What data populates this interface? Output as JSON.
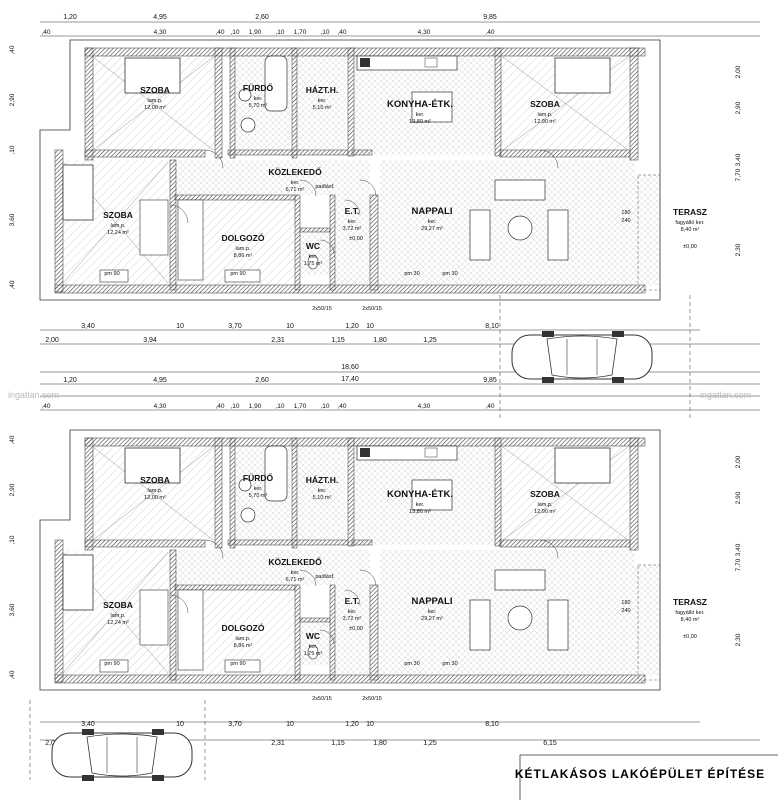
{
  "project_title": "KÉTLAKÁSOS LAKÓÉPÜLET ÉPÍTÉSE",
  "watermarks": [
    "ingatlan.com",
    "ingatlan.com"
  ],
  "overall_dims": {
    "total_width": "18,60",
    "inner_width": "17,40"
  },
  "top_dims": [
    "1,20",
    "4,95",
    "2,60",
    "9,85"
  ],
  "top_subdims": [
    ",40",
    "4,30",
    ",40",
    ",10",
    "1,90",
    ",10",
    "1,70",
    ",10",
    ",40",
    "4,30",
    ",40"
  ],
  "side_dims_right": [
    "2,00",
    "2,90",
    "3,40",
    "7,70",
    "2,30"
  ],
  "side_dims_left": [
    ",40",
    "2,90",
    ",10",
    "3,60",
    ",40"
  ],
  "bottom_dims_a": [
    "3,40",
    "10",
    "3,70",
    "10",
    "1,20",
    "10",
    "8,10"
  ],
  "bottom_dims_b": [
    "2,00",
    "3,94",
    "2,31",
    "1,15",
    "1,80",
    "1,25",
    "6,15"
  ],
  "units": [
    {
      "rooms": [
        {
          "key": "szoba1",
          "name": "SZOBA",
          "sub": "lam.p.",
          "area": "12,00 m²"
        },
        {
          "key": "furdo",
          "name": "FÜRDŐ",
          "sub": "ker.",
          "area": "5,70 m²"
        },
        {
          "key": "haztb",
          "name": "HÁZT.H.",
          "sub": "ker.",
          "area": "5,10 m²"
        },
        {
          "key": "konyha",
          "name": "KONYHA-ÉTK.",
          "sub": "ker.",
          "area": "13,80 m²"
        },
        {
          "key": "szoba2",
          "name": "SZOBA",
          "sub": "lam.p.",
          "area": "12,90 m²"
        },
        {
          "key": "kozlekedo",
          "name": "KÖZLEKEDŐ",
          "sub": "ker.",
          "area": "6,71 m²"
        },
        {
          "key": "szoba3",
          "name": "SZOBA",
          "sub": "lam.p.",
          "area": "12,24 m²"
        },
        {
          "key": "dolgozo",
          "name": "DOLGOZÓ",
          "sub": "lam.p.",
          "area": "8,86 m²"
        },
        {
          "key": "et",
          "name": "E.T.",
          "sub": "ker.",
          "area": "3,72 m²"
        },
        {
          "key": "wc",
          "name": "WC",
          "sub": "ker.",
          "area": "1,75 m²"
        },
        {
          "key": "nappali",
          "name": "NAPPALI",
          "sub": "ker.",
          "area": "29,27 m²"
        },
        {
          "key": "terasz",
          "name": "TERASZ",
          "sub": "fagyálló ker.",
          "area": "8,40 m²"
        }
      ],
      "level": "±0,00",
      "notes": [
        "padlásf.",
        "pm 90",
        "pm 30",
        "2x50/15",
        "180",
        "240"
      ]
    },
    {
      "rooms": [
        {
          "key": "szoba1",
          "name": "SZOBA",
          "sub": "lam.p.",
          "area": "12,00 m²"
        },
        {
          "key": "furdo",
          "name": "FÜRDŐ",
          "sub": "ker.",
          "area": "5,70 m²"
        },
        {
          "key": "haztb",
          "name": "HÁZT.H.",
          "sub": "ker.",
          "area": "5,10 m²"
        },
        {
          "key": "konyha",
          "name": "KONYHA-ÉTK.",
          "sub": "ker.",
          "area": "13,80 m²"
        },
        {
          "key": "szoba2",
          "name": "SZOBA",
          "sub": "lam.p.",
          "area": "12,90 m²"
        },
        {
          "key": "kozlekedo",
          "name": "KÖZLEKEDŐ",
          "sub": "ker.",
          "area": "6,71 m²"
        },
        {
          "key": "szoba3",
          "name": "SZOBA",
          "sub": "lam.p.",
          "area": "12,24 m²"
        },
        {
          "key": "dolgozo",
          "name": "DOLGOZÓ",
          "sub": "lam.p.",
          "area": "8,86 m²"
        },
        {
          "key": "et",
          "name": "E.T.",
          "sub": "ker.",
          "area": "3,72 m²"
        },
        {
          "key": "wc",
          "name": "WC",
          "sub": "ker.",
          "area": "1,75 m²"
        },
        {
          "key": "nappali",
          "name": "NAPPALI",
          "sub": "ker.",
          "area": "29,27 m²"
        },
        {
          "key": "terasz",
          "name": "TERASZ",
          "sub": "fagyálló ker.",
          "area": "8,40 m²"
        }
      ],
      "level": "±0,00",
      "notes": [
        "padlásf.",
        "pm 90",
        "pm 30",
        "2x50/15",
        "180",
        "240"
      ]
    }
  ],
  "colors": {
    "wall": "#555555",
    "hatch": "#9a9a9a",
    "line": "#222222",
    "text": "#111111"
  }
}
